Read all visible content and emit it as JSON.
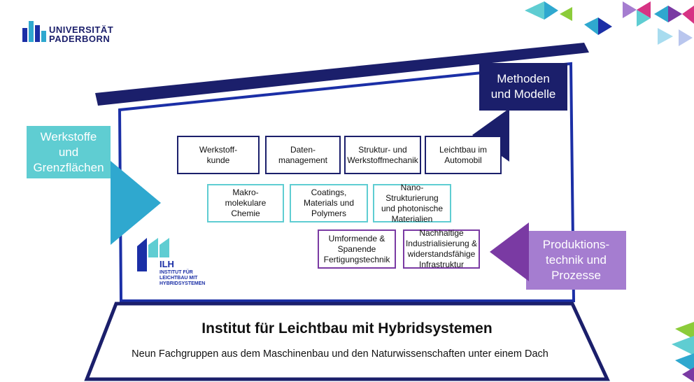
{
  "logo": {
    "university": "UNIVERSITÄT\nPADERBORN",
    "ilh_abbr": "ILH",
    "ilh_name": "INSTITUT FÜR\nLEICHTBAU MIT\nHYBRIDSYSTEMEN"
  },
  "tags": {
    "werkstoffe": "Werkstoffe\nund\nGrenzflächen",
    "methoden": "Methoden\nund Modelle",
    "produktion": "Produktions-\ntechnik und\nProzesse"
  },
  "groups": {
    "row1": [
      "Werkstoff-\nkunde",
      "Daten-\nmanagement",
      "Struktur- und\nWerkstoffmechanik",
      "Leichtbau im\nAutomobil"
    ],
    "row2": [
      "Makro-\nmolekulare\nChemie",
      "Coatings,\nMaterials und\nPolymers",
      "Nano-\nStrukturierung\nund photonische\nMaterialien"
    ],
    "row3": [
      "Umformende &\nSpanende\nFertigungstechnik",
      "Nachhaltige\nIndustrialisierung &\nwiderstandsfähige\nInfrastruktur"
    ]
  },
  "base": {
    "title": "Institut für Leichtbau mit Hybridsystemen",
    "subtitle": "Neun Fachgruppen aus dem Maschinenbau und den Naturwissenschaften unter einem Dach"
  },
  "colors": {
    "navy": "#1b1f6b",
    "blue": "#1b2fa6",
    "teal": "#5fcdd2",
    "cyan": "#2fa8cf",
    "purple": "#7a3aa3",
    "lavender": "#a57dd0"
  }
}
